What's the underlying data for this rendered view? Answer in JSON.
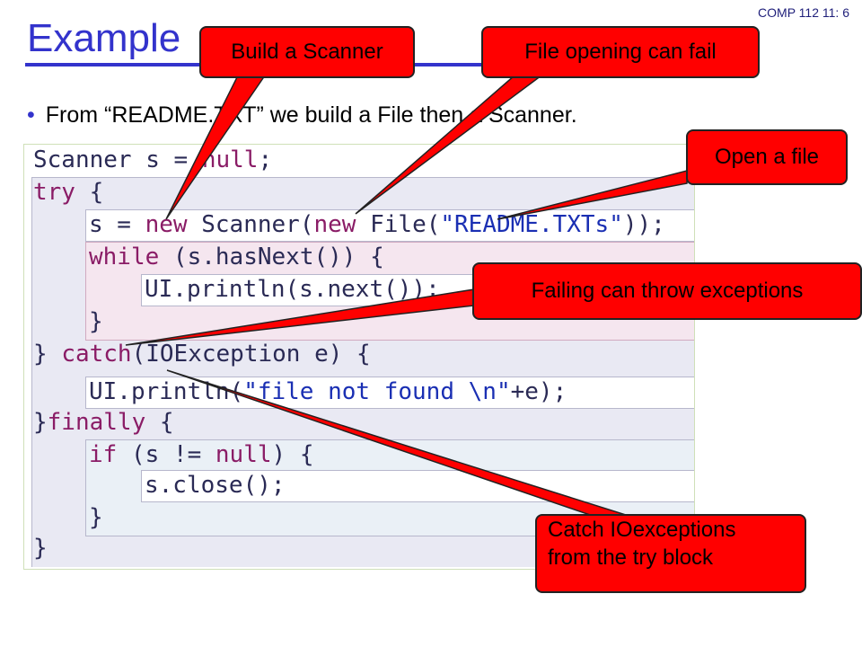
{
  "header": {
    "course": "COMP 112",
    "page": "11: 6"
  },
  "title": "Example",
  "bullet": {
    "text": "From “README.TXT” we build a File then a Scanner."
  },
  "code": {
    "l1": {
      "a": "Scanner s = ",
      "b": "null",
      "c": ";"
    },
    "l2": {
      "a": "try",
      "b": " {"
    },
    "l3": {
      "a": "s = ",
      "b": "new",
      "c": " Scanner(",
      "d": "new",
      "e": " File(",
      "f": "\"README.TXTs\"",
      "g": "));"
    },
    "l4": {
      "a": "while",
      "b": " (s.hasNext()) {"
    },
    "l5": "UI.println(s.next());",
    "l6": "}",
    "l7": {
      "a": "} ",
      "b": "catch",
      "c": "(IOException e) {"
    },
    "l8": {
      "a": "UI.println(",
      "b": "\"file not found \\n\"",
      "c": "+e);"
    },
    "l9": {
      "a": "}",
      "b": "finally",
      "c": " {"
    },
    "l10": {
      "a": "if",
      "b": " (s != ",
      "c": "null",
      "d": ") {"
    },
    "l11": "s.close();",
    "l12": "}",
    "l13": "}"
  },
  "callouts": {
    "build_scanner": "Build a Scanner",
    "file_open_fail": "File opening can fail",
    "open_file": "Open a file",
    "failing_exceptions": "Failing  can throw exceptions",
    "catch_line1": "Catch IOexceptions",
    "catch_line2": "from  the try block"
  },
  "colors": {
    "callout": "#ff0000",
    "title": "#3333cc",
    "keyword": "#8a1c66",
    "string": "#1a2fb3"
  }
}
